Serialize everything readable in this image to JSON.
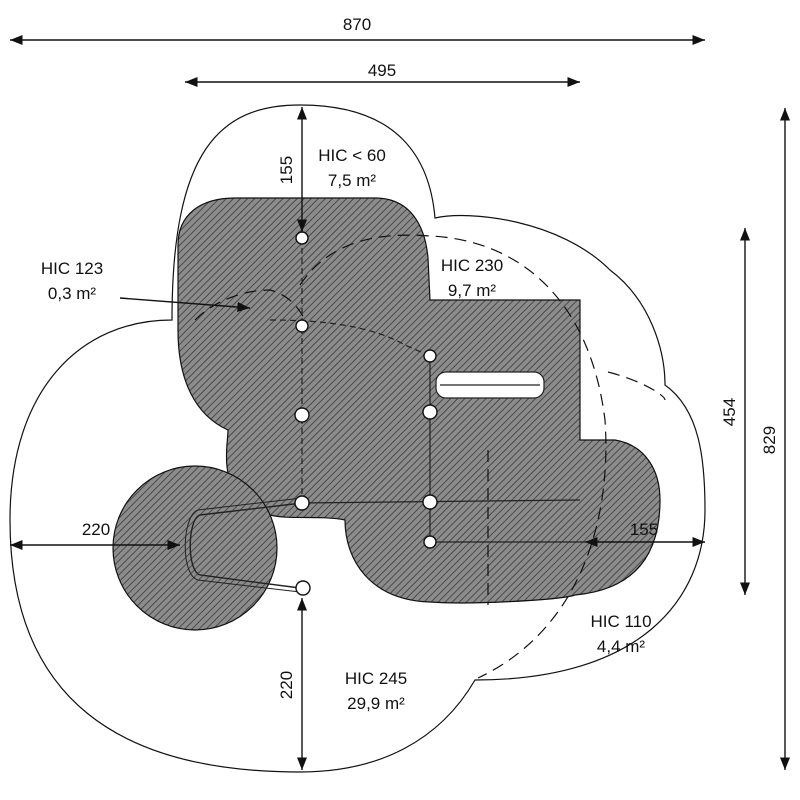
{
  "colors": {
    "line": "#111111",
    "hatch_line": "#555555",
    "hatch_bg": "#7a7a7a",
    "background": "#ffffff"
  },
  "dimensions": {
    "overall_width": "870",
    "inner_width": "495",
    "top_clearance": "155",
    "left_clearance": "220",
    "right_clearance": "155",
    "bottom_clearance": "220",
    "inner_height": "454",
    "overall_height": "829"
  },
  "zones": [
    {
      "hic": "HIC < 60",
      "area": "7,5 m²"
    },
    {
      "hic": "HIC 123",
      "area": "0,3 m²"
    },
    {
      "hic": "HIC 230",
      "area": "9,7 m²"
    },
    {
      "hic": "HIC 110",
      "area": "4,4 m²"
    },
    {
      "hic": "HIC 245",
      "area": "29,9 m²"
    }
  ]
}
